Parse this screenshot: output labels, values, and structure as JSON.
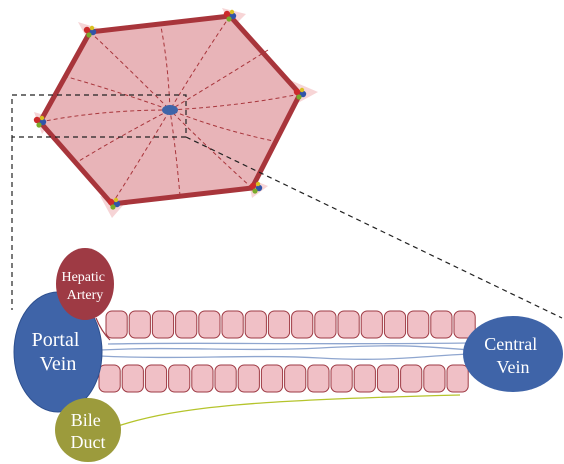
{
  "labels": {
    "hepatic_artery": [
      "Hepatic",
      "Artery"
    ],
    "portal_vein": [
      "Portal",
      "Vein"
    ],
    "bile_duct": [
      "Bile",
      "Duct"
    ],
    "central_vein": [
      "Central",
      "Vein"
    ]
  },
  "colors": {
    "lobule_fill": "#e8b4b8",
    "lobule_edge": "#a8353b",
    "hepatocyte_fill": "#f0c0c6",
    "hepatocyte_edge": "#9e3a44",
    "portal_vein": "#3f64a8",
    "hepatic_artery": "#9e3a44",
    "bile_duct": "#9c9b3c",
    "central_vein": "#3f64a8",
    "sinusoid": "#8fa6cf",
    "bile_canaliculus": "#b5c42c",
    "triad_red": "#cc2a2a",
    "triad_blue": "#3154a8",
    "triad_green": "#7aaa2a",
    "triad_yellow": "#d8c020"
  },
  "hepatocyte_plates": {
    "upper_row_cells": 16,
    "lower_row_cells": 16
  }
}
